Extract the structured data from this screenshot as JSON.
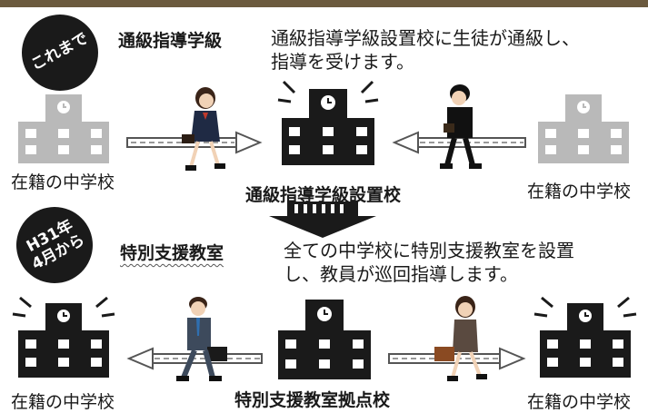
{
  "colors": {
    "accent_bar": "#6b5a3e",
    "building_dark": "#1a1a1a",
    "building_light": "#b9b9b9"
  },
  "before": {
    "badge": "これまで",
    "heading": "通級指導学級",
    "description_line1": "通級指導学級設置校に生徒が通級し、",
    "description_line2": "指導を受けます。",
    "left_label": "在籍の中学校",
    "center_label": "通級指導学級設置校",
    "right_label": "在籍の中学校"
  },
  "after": {
    "badge_line1": "H31年",
    "badge_line2": "4月から",
    "heading": "特別支援教室",
    "description_line1": "全ての中学校に特別支援教室を設置",
    "description_line2": "し、教員が巡回指導します。",
    "left_label": "在籍の中学校",
    "center_label": "特別支援教室拠点校",
    "right_label": "在籍の中学校"
  },
  "icons": [
    "school-building-icon",
    "clock-icon",
    "student-girl-icon",
    "student-boy-icon",
    "teacher-man-icon",
    "teacher-woman-icon",
    "arrow-icon",
    "down-arrow-icon"
  ]
}
